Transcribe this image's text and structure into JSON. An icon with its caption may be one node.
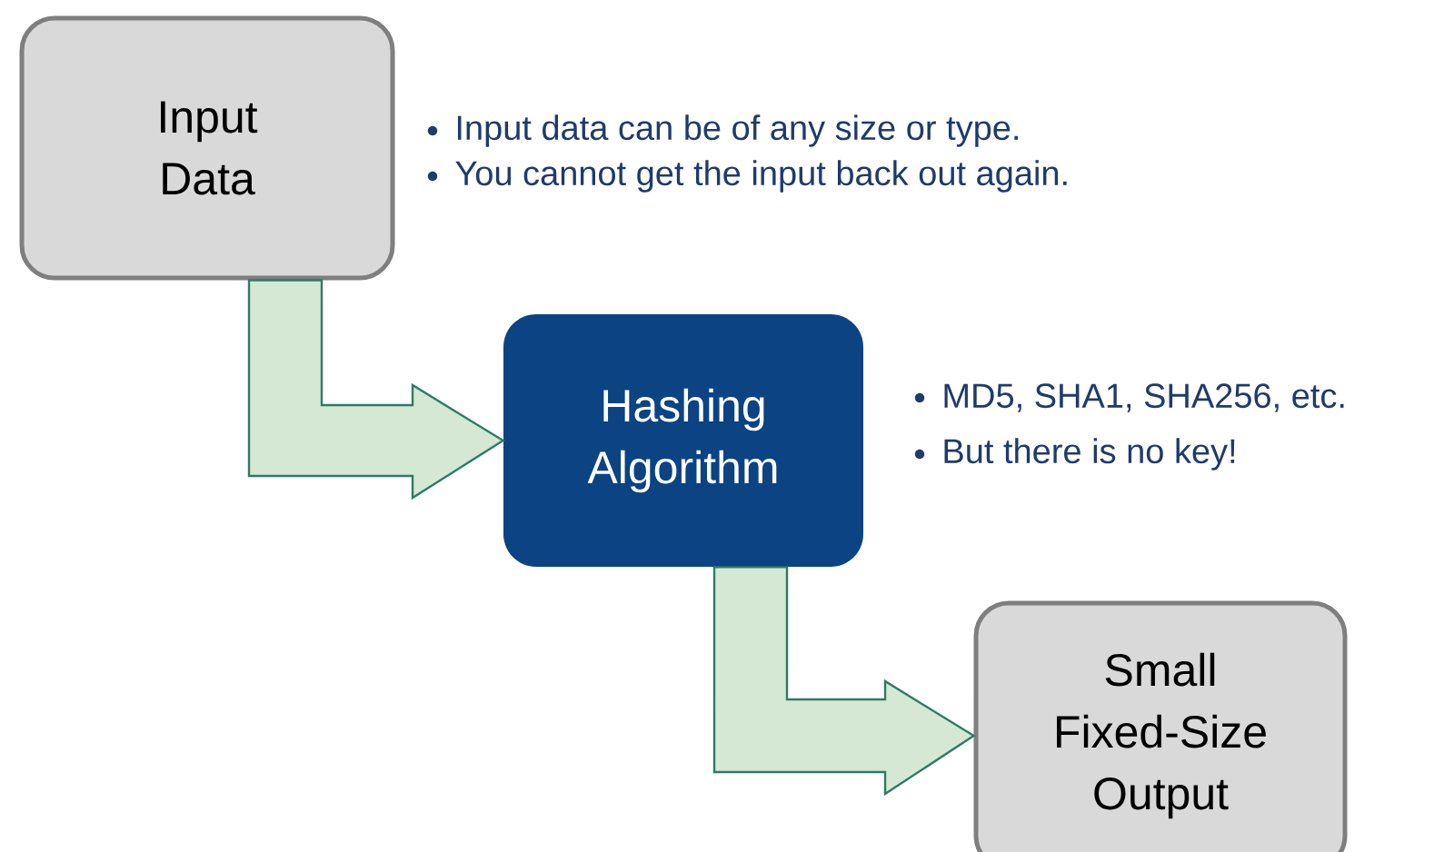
{
  "diagram": {
    "nodes": [
      {
        "text": [
          "Input Data"
        ],
        "beside": [
          "Input data can be of any size or type.",
          "You cannot get the input back out again."
        ]
      },
      {
        "text": [
          "Hashing Algorithm"
        ],
        "beside": [
          "MD5, SHA1, SHA256, etc.",
          "But there is no key!"
        ]
      },
      {
        "text": [
          "Small Fixed-Size Output"
        ]
      }
    ],
    "edges": [
      {
        "from": 0,
        "to": 1,
        "arrow": "to"
      },
      {
        "from": 1,
        "to": 2,
        "arrow": "to"
      }
    ]
  }
}
